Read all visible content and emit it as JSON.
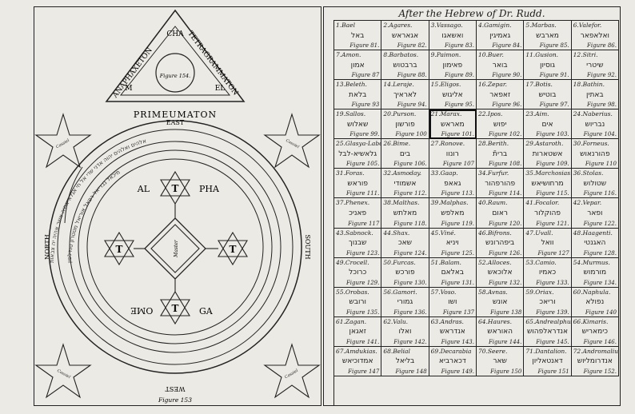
{
  "left": {
    "triangle": {
      "outer_words": [
        "ANAPHAXETON",
        "TETRAGRAMMATON",
        "PRIMEUMATON"
      ],
      "inner_letters": [
        "CHA",
        "M",
        "EL"
      ],
      "figure_label": "Figure 154."
    },
    "directions": {
      "east": "EAST",
      "west": "WEST",
      "north": "NORTH",
      "south": "SOUTH"
    },
    "center_labels": {
      "alpha_left": "AL",
      "alpha_right": "PHA",
      "omega_left": "OME",
      "omega_right": "GA",
      "master": "Master"
    },
    "star_label": "Cassiel",
    "figure_label": "Figure 153"
  },
  "right": {
    "title": "After the Hebrew of Dr. Rudd.",
    "cells": [
      {
        "n": "1.Bael",
        "h": "באל",
        "f": "Figure 81."
      },
      {
        "n": "2.Agares.",
        "h": "אגאראש",
        "f": "Figure 82."
      },
      {
        "n": "3.Vassago.",
        "h": "ואשאגו",
        "f": "Figure 83."
      },
      {
        "n": "4.Gamigin.",
        "h": "גאמיגין",
        "f": "Figure 84."
      },
      {
        "n": "5.Marbas.",
        "h": "מארבש",
        "f": "Figure 85."
      },
      {
        "n": "6.Valefor.",
        "h": "ואלאפאר",
        "f": "Figure 86."
      },
      {
        "n": "7.Amon.",
        "h": "אמון",
        "f": "Figure 87"
      },
      {
        "n": "8.Barbatos.",
        "h": "ברבטוש",
        "f": "Figure 88."
      },
      {
        "n": "9.Paimon.",
        "h": "פאימון",
        "f": "Figure 89."
      },
      {
        "n": "10.Buer.",
        "h": "בואר",
        "f": "Figure 90."
      },
      {
        "n": "11.Gusion.",
        "h": "גוסיון",
        "f": "Figure 91."
      },
      {
        "n": "12.Sitri.",
        "h": "שיטרי",
        "f": "Figure 92."
      },
      {
        "n": "13.Beleth.",
        "h": "בלאת",
        "f": "Figure 93"
      },
      {
        "n": "14.Leraje.",
        "h": "לאראיך",
        "f": "Figure 94."
      },
      {
        "n": "15.Eligos.",
        "h": "אליגוש",
        "f": "Figure 95."
      },
      {
        "n": "16.Zepar.",
        "h": "זאפאר",
        "f": "Figure 96."
      },
      {
        "n": "17.Botis.",
        "h": "בוטיש",
        "f": "Figure 97."
      },
      {
        "n": "18.Bathin.",
        "h": "באתין",
        "f": "Figure 98."
      },
      {
        "n": "19.Sallos.",
        "h": "שאלוש",
        "f": "Figure 99."
      },
      {
        "n": "20.Purson.",
        "h": "פורשון",
        "f": "Figure 100"
      },
      {
        "n": "21.Marax.",
        "h": "מאראש",
        "f": "Figure 101."
      },
      {
        "n": "22.Ipos.",
        "h": "יפוש",
        "f": "Figure 102."
      },
      {
        "n": "23.Aim.",
        "h": "אים",
        "f": "Figure 103."
      },
      {
        "n": "24.Naberius.",
        "h": "נבריוש",
        "f": "Figure 104."
      },
      {
        "n": "25.Glasya-Labolas.",
        "h": "גלאשיא-לבל",
        "f": "Figure 105."
      },
      {
        "n": "26.Bime.",
        "h": "בים",
        "f": "Figure 106."
      },
      {
        "n": "27.Ronove.",
        "h": "רונוו",
        "f": "Figure 107"
      },
      {
        "n": "28.Berith.",
        "h": "בריתֿ",
        "f": "Figure 108."
      },
      {
        "n": "29.Astaroth.",
        "h": "אשטארות",
        "f": "Figure 109."
      },
      {
        "n": "30.Forneus.",
        "h": "פהורנאוש",
        "f": "Figure 110"
      },
      {
        "n": "31.Foras.",
        "h": "פוראש",
        "f": "Figure 111."
      },
      {
        "n": "32.Asmoday.",
        "h": "אשמודי",
        "f": "Figure 112."
      },
      {
        "n": "33.Gaap.",
        "h": "גאאפ",
        "f": "Figure 113."
      },
      {
        "n": "34.Furfur.",
        "h": "פהורפהור",
        "f": "Figure 114."
      },
      {
        "n": "35.Marchosias.",
        "h": "מרחושיאש",
        "f": "Figure 115."
      },
      {
        "n": "36.Stolas.",
        "h": "שטולוש",
        "f": "Figure 116."
      },
      {
        "n": "37.Phenex.",
        "h": "פאניכ",
        "f": "Figure 117"
      },
      {
        "n": "38.Malthas.",
        "h": "מאלתש",
        "f": "Figure 118."
      },
      {
        "n": "39.Malphas.",
        "h": "מאלפש",
        "f": "Figure 119."
      },
      {
        "n": "40.Raum.",
        "h": "ראום",
        "f": "Figure 120."
      },
      {
        "n": "41.Focalor.",
        "h": "פהוקלור",
        "f": "Figure 121."
      },
      {
        "n": "42.Vepar.",
        "h": "ופאר",
        "f": "Figure 122."
      },
      {
        "n": "43.Sabnock.",
        "h": "שבנוך",
        "f": "Figure 123."
      },
      {
        "n": "44.Shax.",
        "h": "שאכ",
        "f": "Figure 124."
      },
      {
        "n": "45.Viné.",
        "h": "ויניא",
        "f": "Figure 125."
      },
      {
        "n": "46.Bifrons.",
        "h": "ביפהרונש",
        "f": "Figure 126."
      },
      {
        "n": "47.Uvall.",
        "h": "וואל",
        "f": "Figure 127"
      },
      {
        "n": "48.Haagenti.",
        "h": "האגנטי",
        "f": "Figure 128."
      },
      {
        "n": "49.Crocell.",
        "h": "כרוכל",
        "f": "Figure 129."
      },
      {
        "n": "50.Furcas.",
        "h": "פורכש",
        "f": "Figure 130."
      },
      {
        "n": "51.Balam.",
        "h": "באלאם",
        "f": "Figure 131."
      },
      {
        "n": "52.Alloces.",
        "h": "אלוכאש",
        "f": "Figure 132."
      },
      {
        "n": "53.Camio.",
        "h": "כאמיו",
        "f": "Figure 133."
      },
      {
        "n": "54.Murmus.",
        "h": "מורמוש",
        "f": "Figure 134."
      },
      {
        "n": "55.Orobas.",
        "h": "ורובש",
        "f": "Figure 135."
      },
      {
        "n": "56.Gamori.",
        "h": "גמורי",
        "f": "Figure 136."
      },
      {
        "n": "57.Voso.",
        "h": "ושו",
        "f": "Figure 137"
      },
      {
        "n": "58.Avnas.",
        "h": "אונש",
        "f": "Figure 138"
      },
      {
        "n": "59.Oriax.",
        "h": "וריאכ",
        "f": "Figure 139."
      },
      {
        "n": "60.Naphula.",
        "h": "נפולא",
        "f": "Figure 140"
      },
      {
        "n": "61.Zagan.",
        "h": "זאגאן",
        "f": "Figure 141."
      },
      {
        "n": "62.Valu.",
        "h": "ואלו",
        "f": "Figure 142."
      },
      {
        "n": "63.Andras.",
        "h": "אנדראש",
        "f": "Figure 143."
      },
      {
        "n": "64.Haures.",
        "h": "האוראש",
        "f": "Figure 144."
      },
      {
        "n": "65.Andrealphus.",
        "h": "אנדראלפהוש",
        "f": "Figure 145."
      },
      {
        "n": "66.Kimaris.",
        "h": "כימאריש",
        "f": "Figure 146."
      },
      {
        "n": "67.Amdukias.",
        "h": "אמדוכיאש",
        "f": "Figure 147"
      },
      {
        "n": "68.Belial",
        "h": "בליאל",
        "f": "Figure 148"
      },
      {
        "n": "69.Decarabia",
        "h": "דכארביא",
        "f": "Figure 149."
      },
      {
        "n": "70.Seere.",
        "h": "שאר",
        "f": "Figure 150"
      },
      {
        "n": "71.Dantalion.",
        "h": "דאנטאליון",
        "f": "Figure 151"
      },
      {
        "n": "72.Andromalius.",
        "h": "אנדרומליוש",
        "f": "Figure 152."
      }
    ]
  }
}
